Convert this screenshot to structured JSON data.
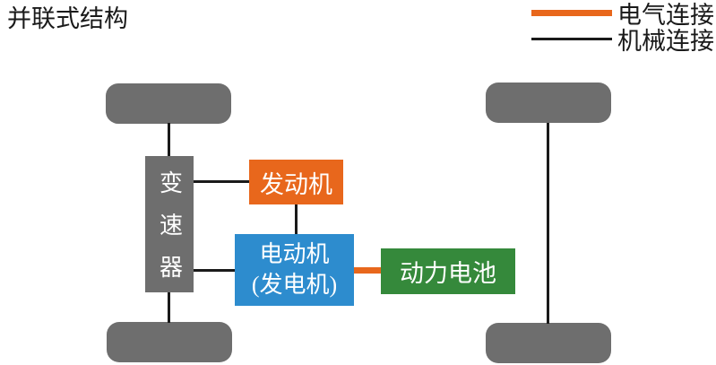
{
  "title": "并联式结构",
  "legend": {
    "electrical": {
      "label": "电气连接",
      "color": "#E8671C"
    },
    "mechanical": {
      "label": "机械连接",
      "color": "#1A1A1A"
    }
  },
  "nodes": {
    "transmission": {
      "label": "变速器"
    },
    "engine": {
      "label": "发动机"
    },
    "motor": {
      "line1": "电动机",
      "line2": "(发电机)"
    },
    "battery": {
      "label": "动力电池"
    }
  },
  "wheels": {
    "count": 4
  },
  "connections": [
    {
      "from": "front-left-wheel",
      "to": "transmission",
      "type": "mechanical"
    },
    {
      "from": "transmission",
      "to": "rear-left-wheel",
      "type": "mechanical"
    },
    {
      "from": "transmission",
      "to": "engine",
      "type": "mechanical"
    },
    {
      "from": "transmission",
      "to": "motor",
      "type": "mechanical"
    },
    {
      "from": "engine",
      "to": "motor",
      "type": "mechanical"
    },
    {
      "from": "motor",
      "to": "battery",
      "type": "electrical"
    },
    {
      "from": "front-right-wheel",
      "to": "rear-right-wheel",
      "type": "mechanical"
    }
  ],
  "colors": {
    "gray": "#6E6E6E",
    "orange": "#E8671C",
    "blue": "#2D8CCE",
    "green": "#35893B",
    "line": "#1A1A1A",
    "text_on_box": "#FFFFFF",
    "title_text": "#1A1A1A",
    "background": "#FFFFFF"
  }
}
